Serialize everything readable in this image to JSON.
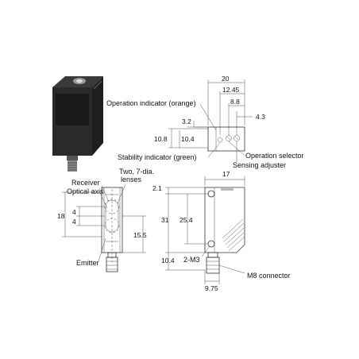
{
  "labels": {
    "operation_indicator": "Operation indicator (orange)",
    "stability_indicator": "Stability indicator (green)",
    "operation_selector": "Operation selector",
    "sensing_adjuster": "Sensing adjuster",
    "receiver": "Receiver",
    "optical_axis": "Optical axis",
    "lenses_line1": "Two, 7-dia.",
    "lenses_line2": "lenses",
    "emitter": "Emitter",
    "mount_holes": "2-M3",
    "connector": "M8 connector"
  },
  "dimensions": {
    "top_width": "20",
    "top_d1": "12.45",
    "top_d2": "8.8",
    "top_d3": "4.3",
    "top_d4": "3.2",
    "top_h1": "10.8",
    "top_h2": "10.4",
    "front_h_total": "18",
    "front_h_a": "4",
    "front_h_b": "4",
    "front_h_c": "15.5",
    "side_width": "17",
    "side_top_offset": "2.1",
    "side_h_total": "31",
    "side_h_hole": "25.4",
    "side_bottom": "10.4",
    "side_connector_w": "9.75"
  }
}
